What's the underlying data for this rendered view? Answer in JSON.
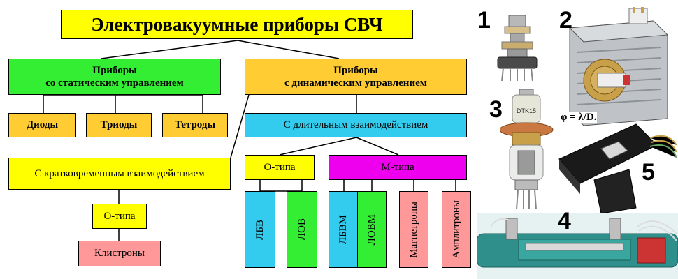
{
  "diagram": {
    "title": "Электровакуумные приборы СВЧ",
    "static": {
      "line1": "Приборы",
      "line2": "со статическим управлением"
    },
    "dynamic": {
      "line1": "Приборы",
      "line2": "с динамическим управлением"
    },
    "diodes": "Диоды",
    "triodes": "Триоды",
    "tetrodes": "Тетроды",
    "long_interaction": "С длительным взаимодействием",
    "short_interaction": "С кратковременным взаимодействием",
    "o_type_short": "О-типа",
    "klystrons": "Клистроны",
    "o_type_long": "О-типа",
    "m_type": "М-типа",
    "lbv": "ЛБВ",
    "lov": "ЛОВ",
    "lbvm": "ЛБВМ",
    "lovm": "ЛОВМ",
    "magnetrons": "Магнетроны",
    "amplitrons": "Амплитроны"
  },
  "photos": {
    "label_1": "1",
    "label_2": "2",
    "label_3": "3",
    "label_4": "4",
    "label_5": "5",
    "formula": "φ = λ/D.",
    "tube3_marking": "DTK15"
  },
  "colors": {
    "yellow": "#ffff00",
    "green": "#33ee33",
    "orange": "#ffcc33",
    "cyan": "#33ccee",
    "magenta": "#ee00ee",
    "pink": "#ff9999"
  }
}
